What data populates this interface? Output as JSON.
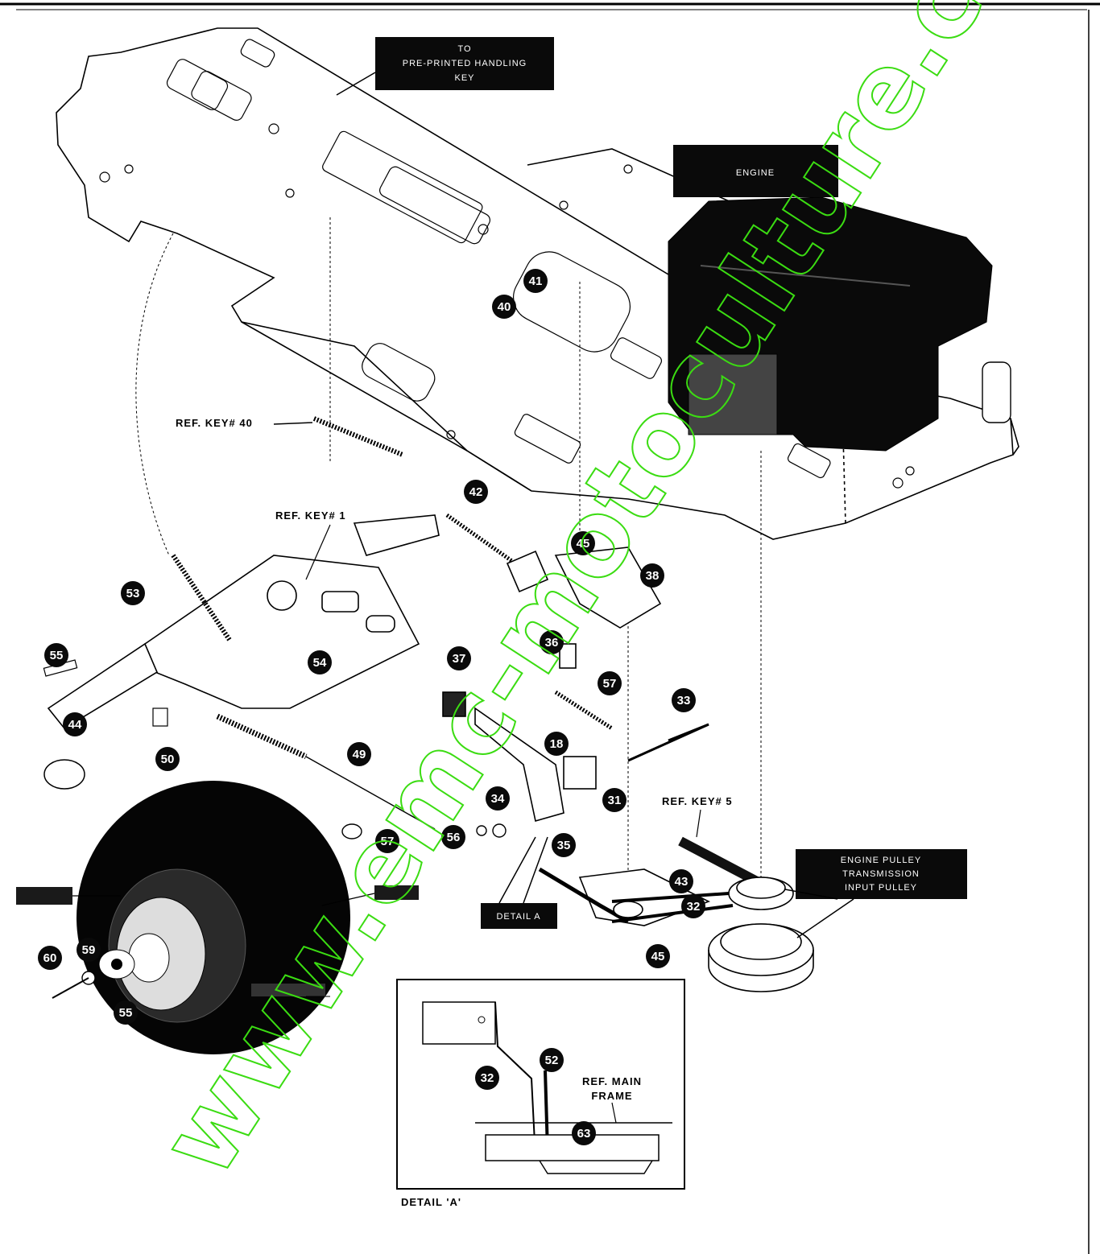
{
  "callouts": [
    {
      "id": "c41",
      "label": "41"
    },
    {
      "id": "c40",
      "label": "40"
    },
    {
      "id": "c42",
      "label": "42"
    },
    {
      "id": "c45a",
      "label": "45"
    },
    {
      "id": "c38",
      "label": "38"
    },
    {
      "id": "c36",
      "label": "36"
    },
    {
      "id": "c37",
      "label": "37"
    },
    {
      "id": "c33",
      "label": "33"
    },
    {
      "id": "c18",
      "label": "18"
    },
    {
      "id": "c31",
      "label": "31"
    },
    {
      "id": "c34",
      "label": "34"
    },
    {
      "id": "c35",
      "label": "35"
    },
    {
      "id": "c53",
      "label": "53"
    },
    {
      "id": "c49",
      "label": "49"
    },
    {
      "id": "c50",
      "label": "50"
    },
    {
      "id": "c56",
      "label": "56"
    },
    {
      "id": "c57a",
      "label": "57"
    },
    {
      "id": "c55a",
      "label": "55"
    },
    {
      "id": "c44",
      "label": "44"
    },
    {
      "id": "c54",
      "label": "54"
    },
    {
      "id": "c57b",
      "label": "57"
    },
    {
      "id": "c60",
      "label": "60"
    },
    {
      "id": "c59",
      "label": "59"
    },
    {
      "id": "c55b",
      "label": "55"
    },
    {
      "id": "c43",
      "label": "43"
    },
    {
      "id": "c32a",
      "label": "32"
    },
    {
      "id": "c45b",
      "label": "45"
    },
    {
      "id": "c52",
      "label": "52"
    },
    {
      "id": "c32b",
      "label": "32"
    },
    {
      "id": "c63",
      "label": "63"
    }
  ],
  "refs": {
    "key40": "REF. KEY# 40",
    "key1": "REF. KEY# 1",
    "key5": "REF. KEY# 5",
    "main_frame_1": "REF. MAIN",
    "main_frame_2": "FRAME",
    "detail": "DETAIL 'A'"
  },
  "boxes": {
    "top_1": "TO",
    "top_2": "PRE-PRINTED HANDLING",
    "top_3": "KEY",
    "engine_1": "ENGINE",
    "pulley_1": "ENGINE PULLEY",
    "pulley_2": "TRANSMISSION",
    "pulley_3": "INPUT PULLEY",
    "detail_box": "DETAIL A"
  },
  "watermark": "www.emc-motoculture.com"
}
